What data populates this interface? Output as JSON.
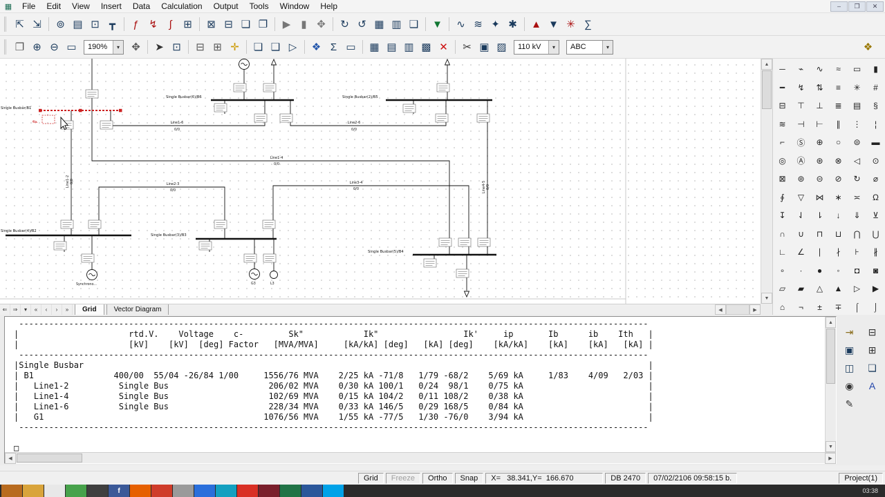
{
  "app": {
    "icon": "▦",
    "menu": [
      "File",
      "Edit",
      "View",
      "Insert",
      "Data",
      "Calculation",
      "Output",
      "Tools",
      "Window",
      "Help"
    ],
    "window_controls": [
      {
        "name": "minimize-button",
        "glyph": "–"
      },
      {
        "name": "restore-button",
        "glyph": "❐"
      },
      {
        "name": "close-button",
        "glyph": "✕"
      }
    ]
  },
  "toolbar_main": {
    "icons": [
      {
        "name": "import-icon",
        "glyph": "⇱"
      },
      {
        "name": "export-icon",
        "glyph": "⇲"
      },
      {
        "name": "separator",
        "cls": "sep",
        "glyph": ""
      },
      {
        "name": "network-browser-icon",
        "glyph": "⊚"
      },
      {
        "name": "database-icon",
        "glyph": "▤"
      },
      {
        "name": "element-filter-icon",
        "glyph": "⊡"
      },
      {
        "name": "insert-branch-icon",
        "glyph": "┳"
      },
      {
        "name": "separator",
        "cls": "sep",
        "glyph": ""
      },
      {
        "name": "load-flow-icon",
        "glyph": "ƒ",
        "color": "#aa1111"
      },
      {
        "name": "short-circuit-icon",
        "glyph": "↯",
        "color": "#aa1111"
      },
      {
        "name": "fault-calc-icon",
        "glyph": "∫",
        "color": "#aa1111"
      },
      {
        "name": "result-boxes-icon",
        "glyph": "⊞"
      },
      {
        "name": "separator",
        "cls": "sep",
        "glyph": ""
      },
      {
        "name": "split-network-icon",
        "glyph": "⊠"
      },
      {
        "name": "merge-network-icon",
        "glyph": "⊟"
      },
      {
        "name": "page-overview-icon",
        "glyph": "❏"
      },
      {
        "name": "page-layout-icon",
        "glyph": "❐"
      },
      {
        "name": "separator",
        "cls": "sep",
        "glyph": ""
      },
      {
        "name": "run-icon",
        "glyph": "▶",
        "color": "#777777"
      },
      {
        "name": "pause-icon",
        "glyph": "▮",
        "color": "#777777"
      },
      {
        "name": "grab-icon",
        "glyph": "✥",
        "color": "#777777"
      },
      {
        "name": "separator",
        "cls": "sep",
        "glyph": ""
      },
      {
        "name": "update-icon",
        "glyph": "↻"
      },
      {
        "name": "undo-icon",
        "glyph": "↺"
      },
      {
        "name": "report-table-icon",
        "glyph": "▦"
      },
      {
        "name": "report-text-icon",
        "glyph": "▥"
      },
      {
        "name": "document-icon",
        "glyph": "❑"
      },
      {
        "name": "separator",
        "cls": "sep",
        "glyph": ""
      },
      {
        "name": "marker-icon",
        "glyph": "▼",
        "color": "#117733"
      },
      {
        "name": "separator",
        "cls": "sep",
        "glyph": ""
      },
      {
        "name": "characteristics-icon",
        "glyph": "∿"
      },
      {
        "name": "harmonics-icon",
        "glyph": "≋"
      },
      {
        "name": "reliability-icon",
        "glyph": "✦"
      },
      {
        "name": "contingency-icon",
        "glyph": "✱"
      },
      {
        "name": "separator",
        "cls": "sep",
        "glyph": ""
      },
      {
        "name": "increase-icon",
        "glyph": "▲",
        "color": "#aa1111"
      },
      {
        "name": "decrease-icon",
        "glyph": "▼",
        "color": "#1a3a5c"
      },
      {
        "name": "options-icon",
        "glyph": "✳",
        "color": "#aa1111"
      },
      {
        "name": "chart-icon",
        "glyph": "∑"
      }
    ]
  },
  "toolbar_graphics": {
    "icons_a": [
      {
        "name": "page-icon",
        "glyph": "❐",
        "color": "#555555"
      },
      {
        "name": "zoom-in-icon",
        "glyph": "⊕"
      },
      {
        "name": "zoom-out-icon",
        "glyph": "⊖"
      },
      {
        "name": "zoom-window-icon",
        "glyph": "▭"
      }
    ],
    "zoom_value": "190%",
    "icons_b": [
      {
        "name": "pan-icon",
        "glyph": "✥",
        "color": "#555555"
      },
      {
        "name": "separator",
        "cls": "sep",
        "glyph": ""
      },
      {
        "name": "select-icon",
        "glyph": "➤",
        "color": "#333333"
      },
      {
        "name": "select-area-icon",
        "glyph": "⊡"
      },
      {
        "name": "separator",
        "cls": "sep",
        "glyph": ""
      },
      {
        "name": "print-icon",
        "glyph": "⊟",
        "color": "#555555"
      },
      {
        "name": "print-preview-icon",
        "glyph": "⊞",
        "color": "#555555"
      },
      {
        "name": "insert-symbol-icon",
        "glyph": "✛",
        "color": "#cc9900"
      },
      {
        "name": "separator",
        "cls": "sep",
        "glyph": ""
      },
      {
        "name": "new-frame-icon",
        "glyph": "❏"
      },
      {
        "name": "insert-page-icon",
        "glyph": "❑"
      },
      {
        "name": "open-diagram-icon",
        "glyph": "▷"
      },
      {
        "name": "separator",
        "cls": "sep",
        "glyph": ""
      },
      {
        "name": "fill-color-icon",
        "glyph": "❖",
        "color": "#2255aa"
      },
      {
        "name": "sum-icon",
        "glyph": "Σ"
      },
      {
        "name": "text-field-icon",
        "glyph": "▭"
      },
      {
        "name": "separator",
        "cls": "sep",
        "glyph": ""
      },
      {
        "name": "table-icon",
        "glyph": "▦"
      },
      {
        "name": "table-properties-icon",
        "glyph": "▤"
      },
      {
        "name": "table-fields-icon",
        "glyph": "▥"
      },
      {
        "name": "table-remove-icon",
        "glyph": "▩"
      },
      {
        "name": "delete-icon",
        "glyph": "✕",
        "color": "#cc1111"
      },
      {
        "name": "separator",
        "cls": "sep",
        "glyph": ""
      },
      {
        "name": "cut-icon",
        "glyph": "✂",
        "color": "#333333"
      },
      {
        "name": "copy-icon",
        "glyph": "▣"
      },
      {
        "name": "paste-icon",
        "glyph": "▨"
      }
    ],
    "voltage_level": "110 kV",
    "phase_selector": "ABC",
    "icons_right": [
      {
        "name": "display-options-icon",
        "glyph": "❖",
        "color": "#997700"
      }
    ]
  },
  "palette": {
    "icons": [
      "─",
      "⌁",
      "∿",
      "≈",
      "▭",
      "▮",
      "━",
      "↯",
      "⇅",
      "≡",
      "✳",
      "#",
      "⊟",
      "⊤",
      "⊥",
      "≣",
      "▤",
      "§",
      "≋",
      "⊣",
      "⊢",
      "∥",
      "⋮",
      "¦",
      "⌐",
      "Ⓢ",
      "⊕",
      "○",
      "⊜",
      "▬",
      "◎",
      "Ⓐ",
      "⊛",
      "⊗",
      "◁",
      "⊙",
      "⊠",
      "⊚",
      "⊝",
      "⊘",
      "↻",
      "⌀",
      "∮",
      "▽",
      "⋈",
      "∗",
      "≍",
      "Ω",
      "↧",
      "⇃",
      "⇂",
      "↓",
      "⇓",
      "⊻",
      "∩",
      "∪",
      "⊓",
      "⊔",
      "⋂",
      "⋃",
      "∟",
      "∠",
      "∣",
      "∤",
      "⊦",
      "∦",
      "∘",
      "∙",
      "●",
      "◦",
      "◘",
      "◙",
      "▱",
      "▰",
      "△",
      "▲",
      "▷",
      "▶",
      "⌂",
      "¬",
      "±",
      "∓",
      "⌠",
      "⌡"
    ]
  },
  "diagram": {
    "busbars": [
      {
        "label": "Single Busbar/B1"
      },
      {
        "label": "Single Busbar(6)/B6"
      },
      {
        "label": "Single Busbar(2)/B5"
      },
      {
        "label": "Single Busbar(4)/B2"
      },
      {
        "label": "Single Busbar(3)/B3"
      },
      {
        "label": "Single Busbar(5)/B4"
      }
    ],
    "lines": [
      {
        "label": "Line1-6",
        "value": "0/0"
      },
      {
        "label": "Line2-6",
        "value": "0/0"
      },
      {
        "label": "Line1-4",
        "value": "0/0"
      },
      {
        "label": "Line2-3",
        "value": "0/0"
      },
      {
        "label": "Line3-4",
        "value": "0/0"
      },
      {
        "label": "Line1-2",
        "value": "0/0"
      },
      {
        "label": "Line4-5",
        "value": "0/0"
      }
    ],
    "generator_labels": [
      "Synchrono...",
      "G3",
      "L3"
    ]
  },
  "tabbar": {
    "nav": [
      {
        "name": "scroll-left-icon",
        "glyph": "⇐"
      },
      {
        "name": "scroll-right-icon",
        "glyph": "⇒"
      },
      {
        "name": "sheet-list-icon",
        "glyph": "▾"
      },
      {
        "name": "first-sheet-icon",
        "glyph": "«"
      },
      {
        "name": "prev-sheet-icon",
        "glyph": "‹"
      },
      {
        "name": "next-sheet-icon",
        "glyph": "›"
      },
      {
        "name": "last-sheet-icon",
        "glyph": "»"
      }
    ],
    "tabs": [
      {
        "name": "tab-grid",
        "label": "Grid",
        "cls": "active"
      },
      {
        "name": "tab-vector-diagram",
        "label": "Vector Diagram"
      }
    ]
  },
  "output": {
    "lines": [
      " ------------------------------------------------------------------------------------------------------------------------------",
      "|                      rtd.V.    Voltage    c-         Sk\"            Ik\"                 Ik'     ip       Ib      ib    Ith   |",
      "|                      [kV]    [kV]  [deg] Factor   [MVA/MVA]     [kA/kA] [deg]   [kA] [deg]    [kA/kA]    [kA]    [kA]   [kA] |",
      " ------------------------------------------------------------------------------------------------------------------------------",
      "|Single Busbar                                                                                                                 |",
      "| B1                400/00  55/04 -26/84 1/00     1556/76 MVA    2/25 kA -71/8   1/79 -68/2    5/69 kA     1/83    4/09   2/03 |",
      "|   Line1-2          Single Bus                    206/02 MVA    0/30 kA 100/1   0/24  98/1    0/75 kA                         |",
      "|   Line1-4          Single Bus                    102/69 MVA    0/15 kA 104/2   0/11 108/2    0/38 kA                         |",
      "|   Line1-6          Single Bus                    228/34 MVA    0/33 kA 146/5   0/29 168/5    0/84 kA                         |",
      "|   G1                                            1076/56 MVA    1/55 kA -77/5   1/30 -76/0    3/94 kA                         |",
      " ------------------------------------------------------------------------------------------------------------------------------",
      "",
      "□"
    ],
    "side_icons": [
      {
        "name": "export-output-icon",
        "glyph": "⇥",
        "color": "#8a6d1c"
      },
      {
        "name": "print-output-icon",
        "glyph": "⊟",
        "color": "#333333"
      },
      {
        "name": "save-output-icon",
        "glyph": "▣",
        "color": "#1a3a5c"
      },
      {
        "name": "print-all-icon",
        "glyph": "⊞",
        "color": "#333333"
      },
      {
        "name": "copy-output-icon",
        "glyph": "◫",
        "color": "#1a3a5c"
      },
      {
        "name": "page-preview-icon",
        "glyph": "❏",
        "color": "#1a3a5c"
      },
      {
        "name": "search-output-icon",
        "glyph": "◉",
        "color": "#333333"
      },
      {
        "name": "font-output-icon",
        "glyph": "A",
        "color": "#2244aa"
      },
      {
        "name": "edit-output-icon",
        "glyph": "✎",
        "color": "#333333"
      }
    ]
  },
  "statusbar": {
    "modes": [
      {
        "name": "mode-grid",
        "label": "Grid"
      },
      {
        "name": "mode-freeze",
        "label": "Freeze",
        "cls": "dim"
      },
      {
        "name": "mode-ortho",
        "label": "Ortho"
      },
      {
        "name": "mode-snap",
        "label": "Snap"
      }
    ],
    "coords": "X=   38.341,Y=  166.670",
    "db": "DB 2470",
    "timestamp": "07/02/2106 09:58:15 b.",
    "project": "Project(1)"
  },
  "taskbar": {
    "apps": [
      {
        "name": "taskbar-app-1",
        "bg": "#b86b1f",
        "glyph": ""
      },
      {
        "name": "taskbar-app-2",
        "bg": "#d9a43b",
        "glyph": ""
      },
      {
        "name": "taskbar-app-3",
        "bg": "#e8e8e8",
        "glyph": ""
      },
      {
        "name": "taskbar-app-4",
        "bg": "#47a24b",
        "glyph": ""
      },
      {
        "name": "taskbar-app-5",
        "bg": "#3f3f3f",
        "glyph": ""
      },
      {
        "name": "taskbar-app-6",
        "bg": "#3b5998",
        "glyph": "f"
      },
      {
        "name": "taskbar-app-7",
        "bg": "#e66000",
        "glyph": ""
      },
      {
        "name": "taskbar-app-8",
        "bg": "#cf3c2a",
        "glyph": ""
      },
      {
        "name": "taskbar-app-9",
        "bg": "#9a9a9a",
        "glyph": ""
      },
      {
        "name": "taskbar-app-10",
        "bg": "#2a6fdb",
        "glyph": ""
      },
      {
        "name": "taskbar-app-11",
        "bg": "#14a0c0",
        "glyph": ""
      },
      {
        "name": "taskbar-app-12",
        "bg": "#d93025",
        "glyph": ""
      },
      {
        "name": "taskbar-app-13",
        "bg": "#7a1f2b",
        "glyph": ""
      },
      {
        "name": "taskbar-app-14",
        "bg": "#217346",
        "glyph": ""
      },
      {
        "name": "taskbar-app-15",
        "bg": "#2b579a",
        "glyph": ""
      },
      {
        "name": "taskbar-app-16",
        "bg": "#00a2e8",
        "glyph": ""
      }
    ],
    "clock": "03:38"
  }
}
